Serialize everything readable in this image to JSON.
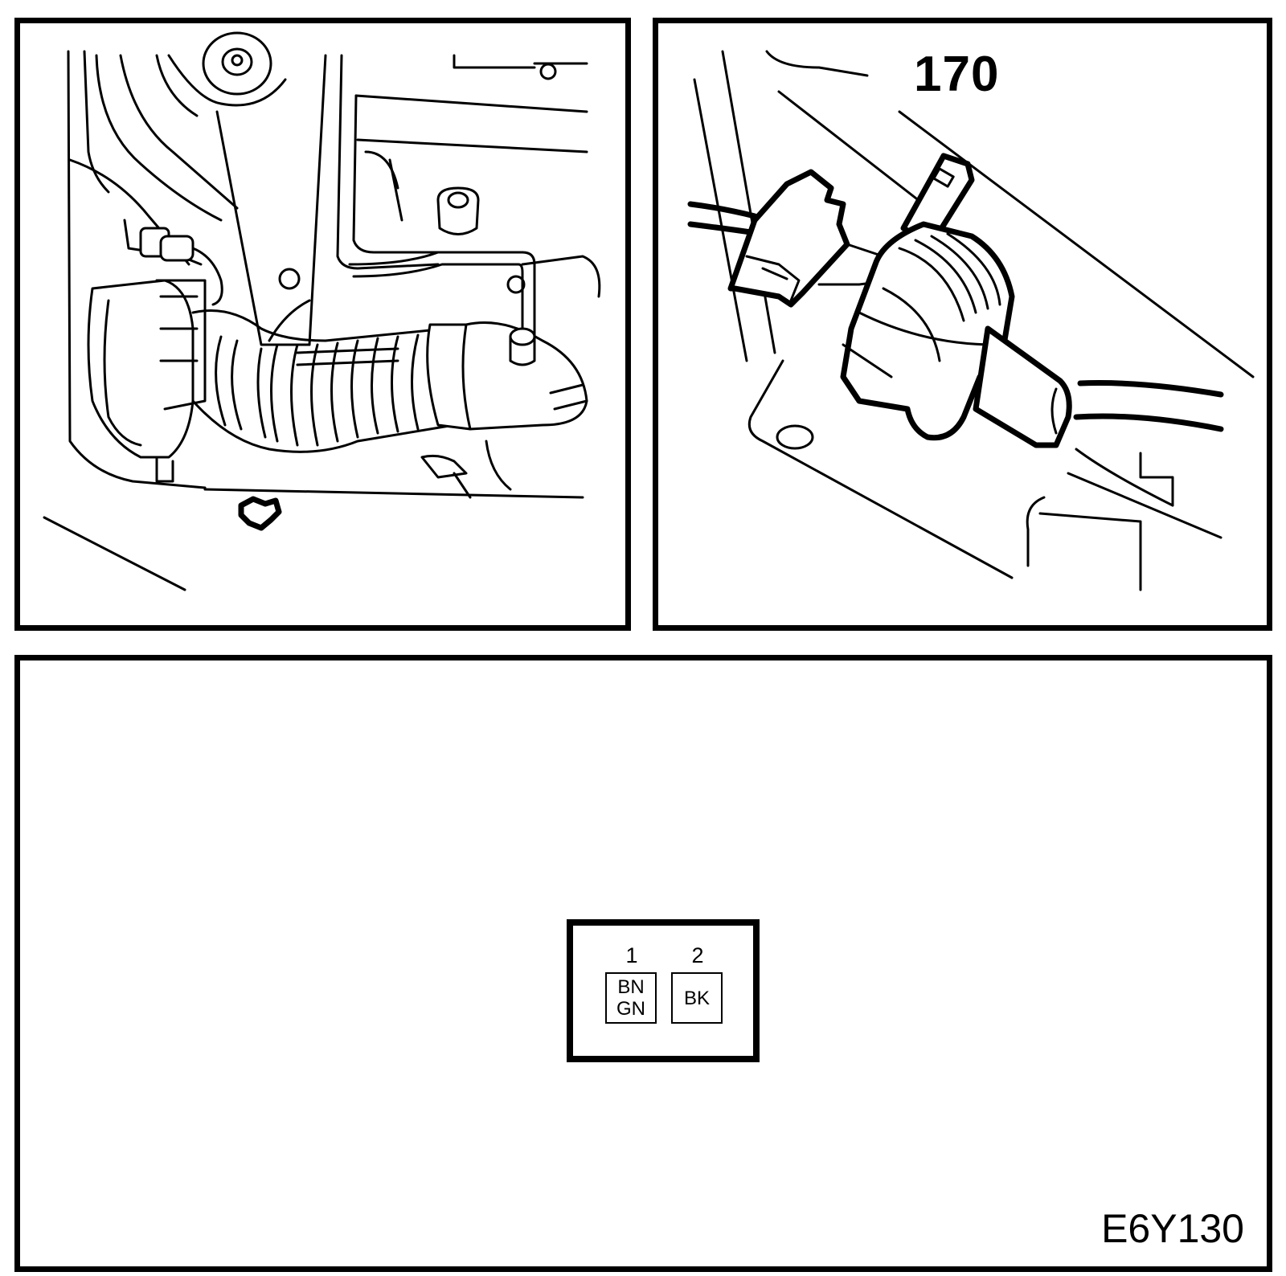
{
  "panels": {
    "engine": {
      "icon": "engine-bay-drawing-icon"
    },
    "detail": {
      "number": "170",
      "icon": "connector-harness-drawing-icon"
    },
    "connector": {
      "pins": [
        {
          "number": "1",
          "color_line1": "BN",
          "color_line2": "GN"
        },
        {
          "number": "2",
          "color_line1": "BK",
          "color_line2": ""
        }
      ],
      "figure_code": "E6Y130"
    }
  }
}
